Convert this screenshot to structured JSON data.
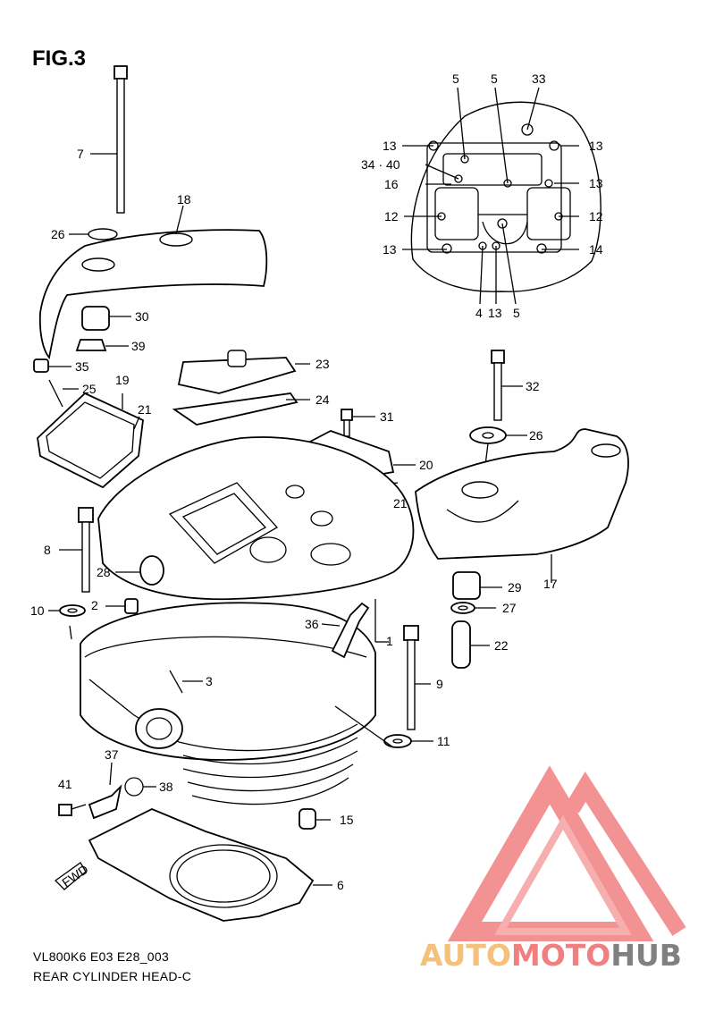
{
  "figure_title": "FIG.3",
  "caption_line1": "VL800K6 E03 E28_003",
  "caption_line2": "REAR CYLINDER HEAD-C",
  "fwd_mark": "FWD",
  "watermark": {
    "part1": "AUTO",
    "part2": "MOTO",
    "part3": "HUB",
    "color_logo": "#f08080",
    "color_auto": "#f5c07a",
    "color_moto": "#f08080",
    "color_hub": "#808080"
  },
  "callouts": {
    "c1": "1",
    "c2": "2",
    "c3": "3",
    "c4": "4",
    "c5a": "5",
    "c5b": "5",
    "c5c": "5",
    "c6": "6",
    "c7": "7",
    "c8": "8",
    "c9": "9",
    "c10": "10",
    "c11": "11",
    "c12a": "12",
    "c12b": "12",
    "c13a": "13",
    "c13b": "13",
    "c13c": "13",
    "c13d": "13",
    "c13e": "13",
    "c14": "14",
    "c15": "15",
    "c16": "16",
    "c17": "17",
    "c18": "18",
    "c19": "19",
    "c20": "20",
    "c21a": "21",
    "c21b": "21",
    "c22": "22",
    "c23": "23",
    "c24": "24",
    "c25": "25",
    "c26a": "26",
    "c26b": "26",
    "c27": "27",
    "c28": "28",
    "c29": "29",
    "c30": "30",
    "c31": "31",
    "c32": "32",
    "c33": "33",
    "c3440": "34 · 40",
    "c35": "35",
    "c36": "36",
    "c37": "37",
    "c38": "38",
    "c39": "39",
    "c41": "41"
  }
}
